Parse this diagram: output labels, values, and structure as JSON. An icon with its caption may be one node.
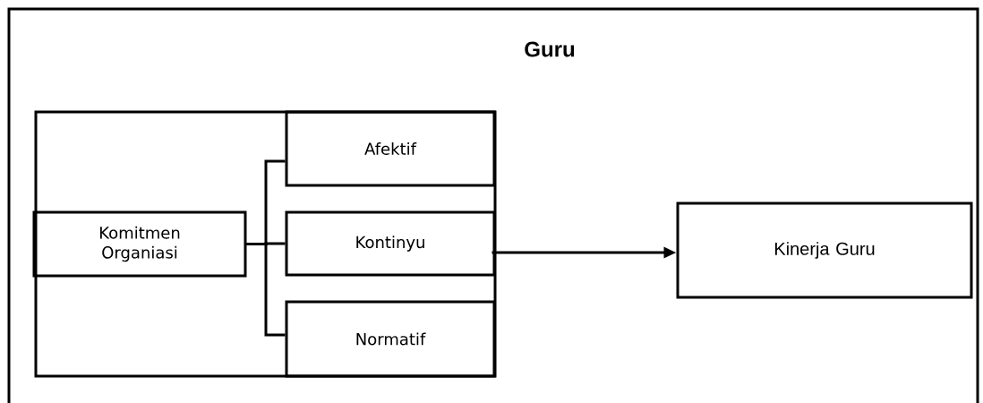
{
  "diagram": {
    "nodes": [
      {
        "text": [
          "Guru"
        ]
      },
      {
        "text": [],
        "shape": "box",
        "in": 0
      },
      {
        "text": [
          "Komitmen Organiasi"
        ],
        "in": 1
      },
      {
        "text": [
          "Afektif"
        ],
        "in": 1
      },
      {
        "text": [
          "Kontinyu"
        ],
        "in": 1
      },
      {
        "text": [
          "Normatif"
        ],
        "in": 1
      },
      {
        "text": [
          "Kinerja Guru"
        ],
        "in": 0
      }
    ],
    "edges": [
      {
        "from": 2,
        "to": 3,
        "arrow": "none"
      },
      {
        "from": 2,
        "to": 4,
        "arrow": "none"
      },
      {
        "from": 2,
        "to": 5,
        "arrow": "none"
      },
      {
        "from": 4,
        "to": 6,
        "arrow": "to"
      }
    ]
  }
}
